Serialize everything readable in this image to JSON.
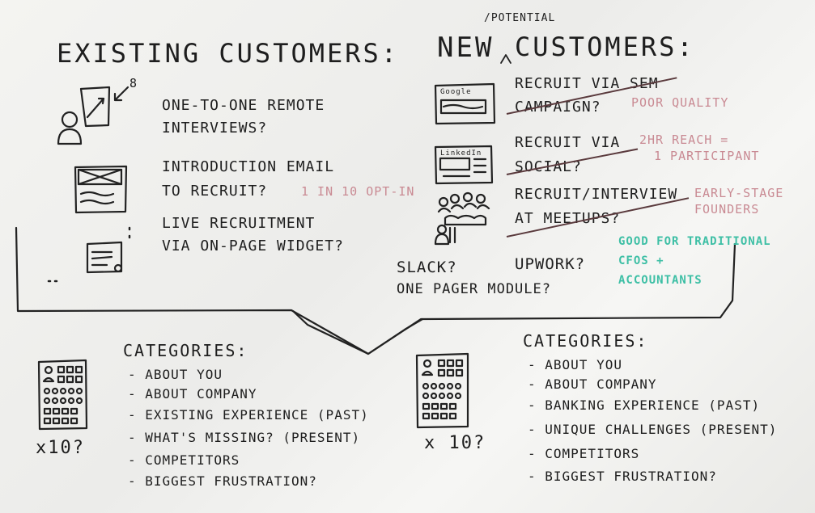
{
  "existing": {
    "title": "Existing customers:",
    "items": [
      [
        "One-to-one remote",
        "interviews?"
      ],
      [
        "Introduction email",
        "to recruit?"
      ],
      [
        "Live recruitment",
        "via on-page widget?"
      ]
    ],
    "note_email": "1 in 10 opt-in",
    "icon_count": "8",
    "categories_title": "Categories:",
    "categories": [
      "- About you",
      "- About company",
      "- Existing experience (past)",
      "- What's missing? (present)",
      "- Competitors",
      "- Biggest frustration?"
    ],
    "multiplier": "x10?"
  },
  "new": {
    "title": "New",
    "caret_note": "/potential",
    "title2": "customers:",
    "items": [
      [
        "Recruit via SEM",
        "campaign?"
      ],
      [
        "Recruit via",
        "social?"
      ],
      [
        "Recruit/interview",
        "at meetups?"
      ]
    ],
    "note_sem": "Poor quality",
    "note_social": [
      "2hr reach =",
      "1 participant"
    ],
    "note_meetups": [
      "Early-stage",
      "founders"
    ],
    "extra": [
      "Slack?",
      "Upwork?",
      "One pager module?"
    ],
    "teal_note": [
      "Good for traditional",
      "CFOs +",
      "accountants"
    ],
    "google_label": "Google",
    "linkedin_label": "LinkedIn",
    "categories_title": "Categories:",
    "categories": [
      "- About you",
      "- About company",
      "- Banking experience (past)",
      "- Unique challenges (present)",
      "- Competitors",
      "- Biggest frustration?"
    ],
    "multiplier": "x 10?"
  }
}
